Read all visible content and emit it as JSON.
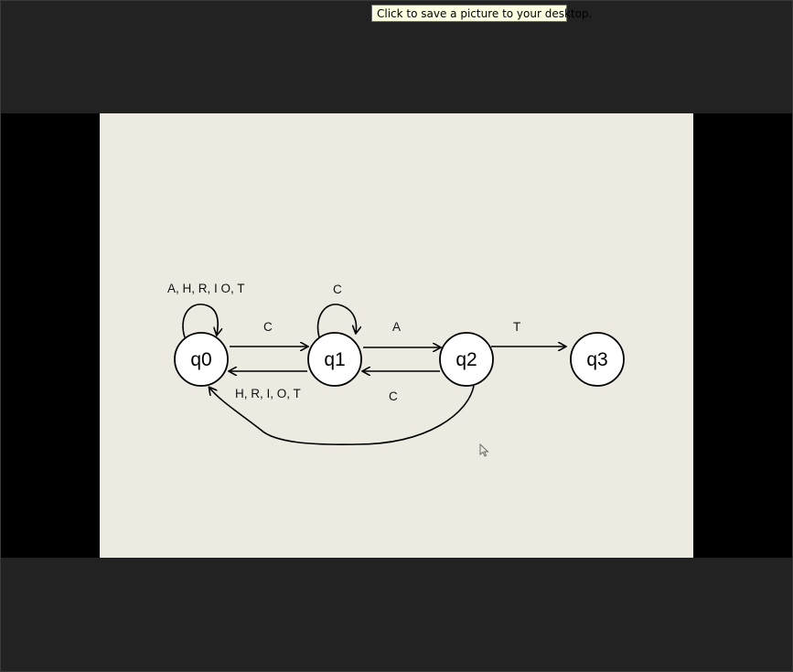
{
  "tooltip": {
    "text": "Click to save a picture to your desktop."
  },
  "colors": {
    "chrome": "#222222",
    "letterbox": "#000000",
    "slide_background": "#edebe1",
    "tooltip_background": "#ffffe1",
    "ink": "#000000"
  },
  "diagram": {
    "states": {
      "q0": "q0",
      "q1": "q1",
      "q2": "q2",
      "q3": "q3"
    },
    "transitions": {
      "q0_self": "A, H, R, I O, T",
      "q1_self": "C",
      "q0_to_q1": "C",
      "q1_to_q2": "A",
      "q2_to_q3": "T",
      "q1_to_q0": "H, R, I, O, T",
      "q2_to_q1": "C"
    }
  },
  "cursor": {
    "icon": "mouse-pointer-icon"
  }
}
